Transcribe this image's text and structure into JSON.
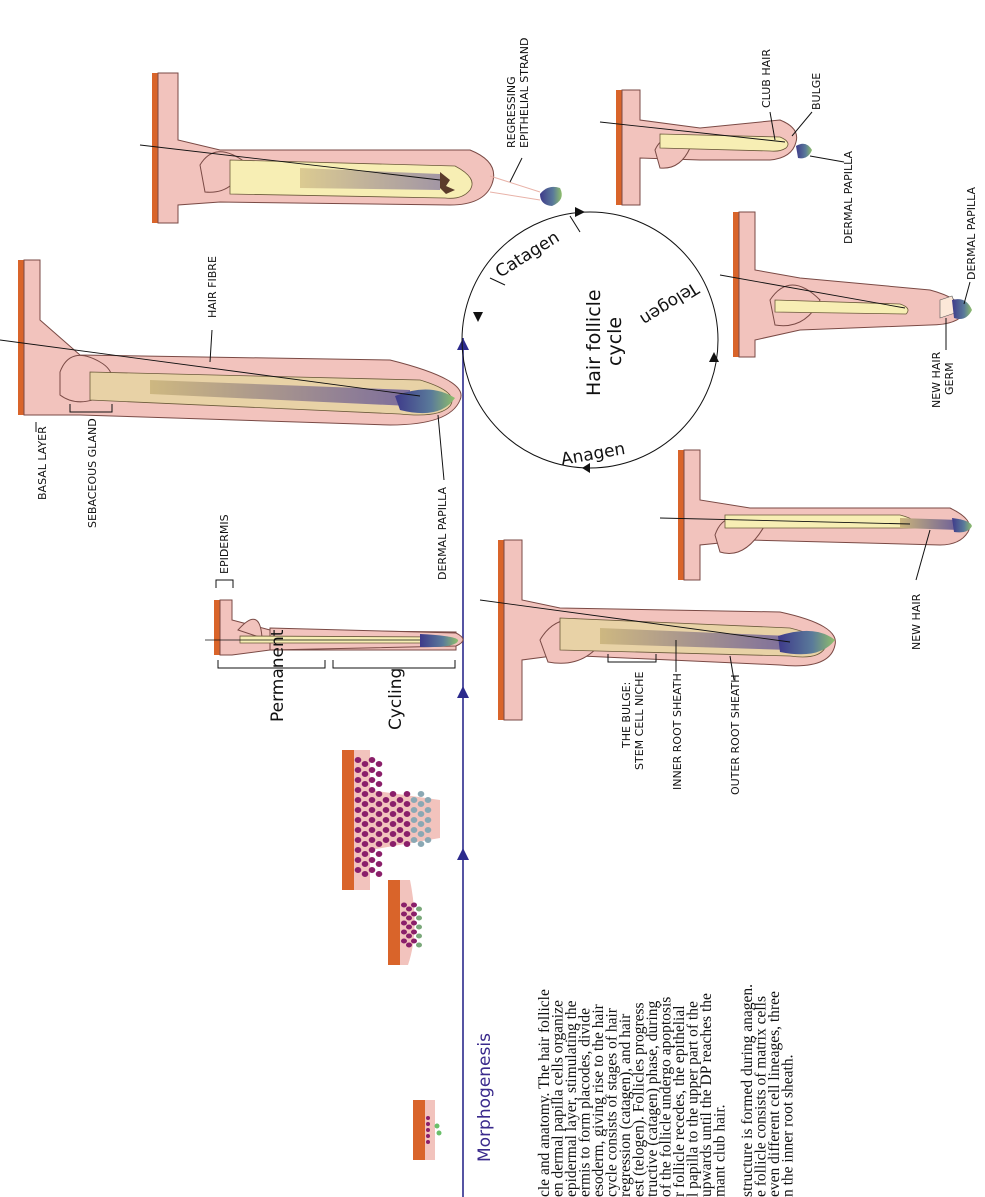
{
  "caption": {
    "lines": [
      "cle and anatomy. The hair follicle",
      "en dermal papilla cells organize",
      "epidermal layer, stimulating the",
      "ermis to form placodes, divide",
      "esoderm, giving rise to the hair",
      "cycle consists of stages of hair",
      "regression (catagen), and hair",
      "est (telogen). Follicles progress",
      "tructive (catagen) phase, during",
      "of the follicle undergo apoptosis",
      "r follicle recedes, the epithelial",
      "l papilla to the upper part of the",
      "upwards until the DP reaches the",
      "mant club hair.",
      "structure is formed during anagen.",
      "e follicle consists of matrix cells",
      "even different cell lineages, three",
      "n the inner root sheath."
    ]
  },
  "axis": {
    "morphogenesis": "Morphogenesis"
  },
  "brackets": {
    "permanent": "Permanent",
    "cycling": "Cycling"
  },
  "cycle": {
    "center": [
      "Hair follicle",
      "cycle"
    ],
    "anagen": "Anagen",
    "catagen": "Catagen",
    "telogen": "Telogen"
  },
  "labels": {
    "basal_layer": "BASAL LAYER",
    "sebaceous_gland": "SEBACEOUS GLAND",
    "epidermis": "EPIDERMIS",
    "dermal_papilla_1": "DERMAL PAPILLA",
    "hair_fibre": "HAIR FIBRE",
    "regressing": [
      "REGRESSING",
      "EPITHELIAL STRAND"
    ],
    "club_hair": "CLUB HAIR",
    "bulge": "BULGE",
    "dermal_papilla_2": "DERMAL PAPILLA",
    "dermal_papilla_3": "DERMAL PAPILLA",
    "new_hair_germ": [
      "NEW HAIR",
      "GERM"
    ],
    "new_hair": "NEW HAIR",
    "the_bulge": [
      "THE BULGE:",
      "STEM CELL NICHE"
    ],
    "inner_root_sheath": "INNER ROOT SHEATH",
    "outer_root_sheath": "OUTER ROOT SHEATH"
  },
  "colors": {
    "skin": "#f2c3bd",
    "basal": "#d9642a",
    "arrow": "#2b2a8c",
    "fiber": "#f7eeb4",
    "papilla": "#4a6a9a",
    "cells": "#8a1f6a"
  }
}
